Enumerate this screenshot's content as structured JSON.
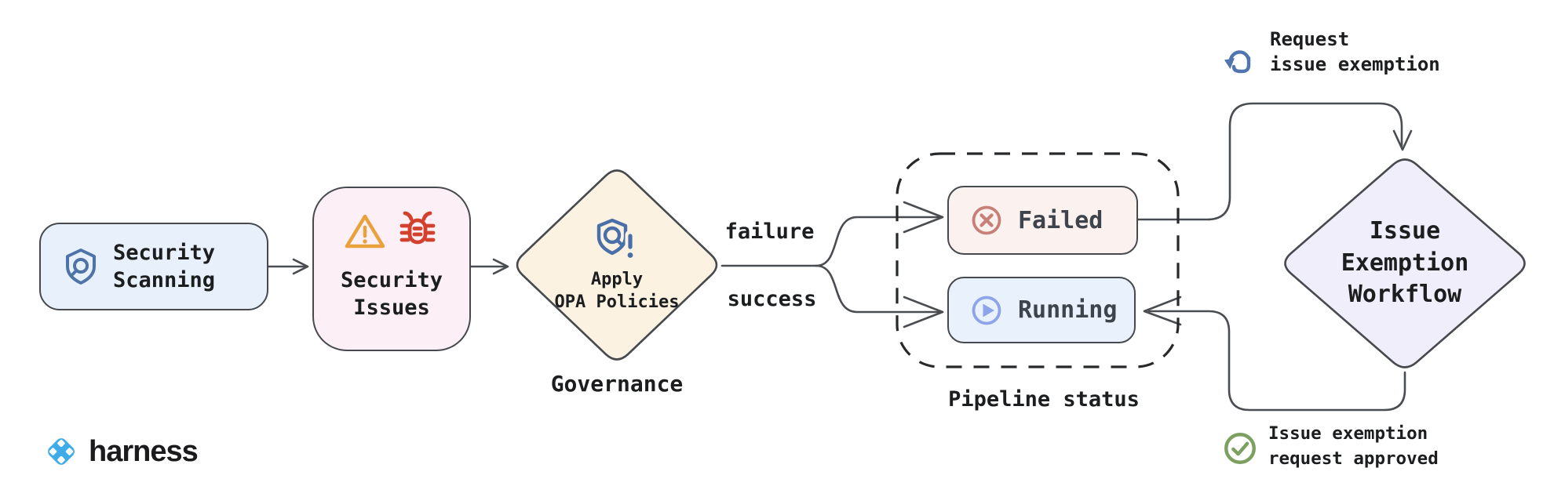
{
  "canvas": {
    "background": "#ffffff"
  },
  "brand": {
    "name": "harness",
    "logo_icon": "harness-logo-icon",
    "logo_color": "#3fabe8",
    "text_color": "#1b1b1d"
  },
  "nodes": {
    "security_scanning": {
      "label": "Security\nScanning",
      "icon": "shield-search-icon",
      "bg": "#e8f1fb",
      "icon_color": "#4e73a8"
    },
    "security_issues": {
      "label": "Security\nIssues",
      "icons": [
        "warning-triangle-icon",
        "bug-icon"
      ],
      "bg": "#fcf0f6",
      "warning_color": "#e9a23b",
      "bug_color": "#d2402e"
    },
    "apply_opa_policies": {
      "label": "Apply\nOPA Policies",
      "caption": "Governance",
      "icon": "shield-policy-alert-icon",
      "bg": "#fbf2e2",
      "icon_color": "#4a6fa8"
    },
    "failed": {
      "label": "Failed",
      "icon": "circle-x-icon",
      "bg": "#fbf1ee",
      "icon_color": "#c77f78"
    },
    "running": {
      "label": "Running",
      "icon": "circle-play-icon",
      "bg": "#e9f2fc",
      "icon_color": "#8ea4ea"
    },
    "issue_exemption_workflow": {
      "label": "Issue\nExemption\nWorkflow",
      "bg": "#f1eefb"
    }
  },
  "groups": {
    "pipeline_status": {
      "label": "Pipeline status",
      "border_style": "dashed"
    }
  },
  "edges": {
    "failure_label": "failure",
    "success_label": "success"
  },
  "annotations": {
    "request": {
      "label": "Request\nissue exemption",
      "icon": "hand-click-icon",
      "icon_color": "#5076ad"
    },
    "approved": {
      "label": "Issue exemption\nrequest approved",
      "icon": "circle-check-icon",
      "icon_color": "#7ba05f"
    }
  }
}
